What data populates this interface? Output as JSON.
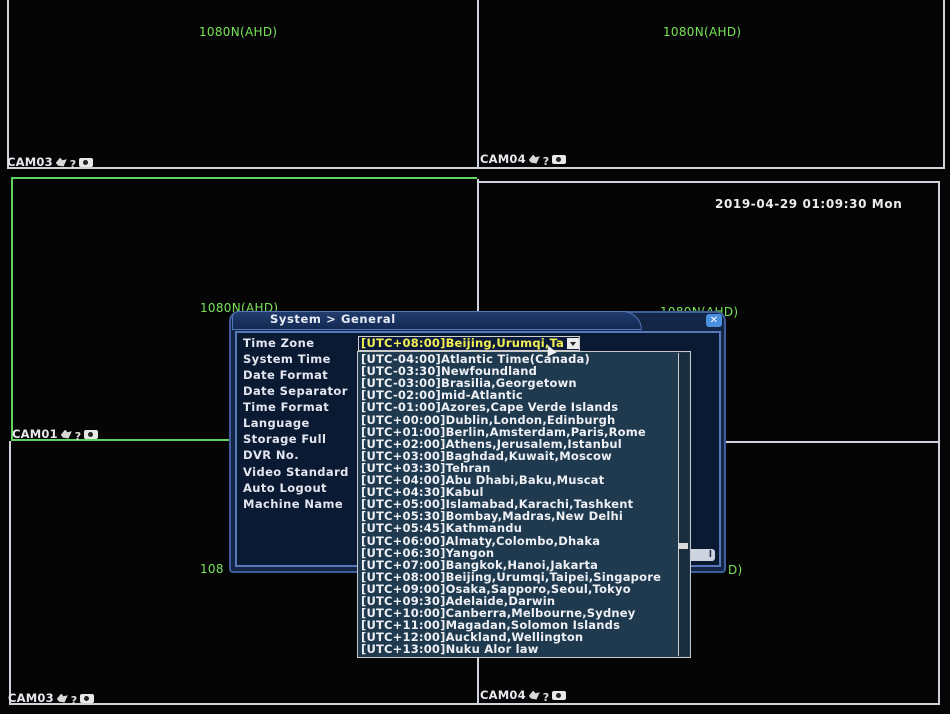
{
  "tiles": {
    "top_left": {
      "resolution": "1080N(AHD)",
      "cam": "CAM03"
    },
    "top_right": {
      "resolution": "1080N(AHD)",
      "cam": "CAM04"
    },
    "mid_left": {
      "resolution": "1080N(AHD)",
      "cam": "CAM01"
    },
    "mid_right": {
      "resolution": "1080N(AHD)"
    },
    "bottom_left": {
      "resolution": "108",
      "cam": "CAM03"
    },
    "bottom_right": {
      "resolution": "D)",
      "cam": "CAM04"
    }
  },
  "datetime": "2019-04-29 01:09:30 Mon",
  "dialog": {
    "title": "System > General",
    "close_label": "✕",
    "labels": [
      "Time Zone",
      "System Time",
      "Date Format",
      "Date Separator",
      "Time Format",
      "Language",
      "Storage Full",
      "DVR No.",
      "Video Standard",
      "Auto Logout",
      "Machine Name"
    ],
    "time_zone_value": "[UTC+08:00]Beijing,Urumqi,Ta",
    "hidden_button": "l",
    "time_zone_options": [
      "[UTC-04:00]Atlantic Time(Canada)",
      "[UTC-03:30]Newfoundland",
      "[UTC-03:00]Brasilia,Georgetown",
      "[UTC-02:00]mid-Atlantic",
      "[UTC-01:00]Azores,Cape Verde Islands",
      "[UTC+00:00]Dublin,London,Edinburgh",
      "[UTC+01:00]Berlin,Amsterdam,Paris,Rome",
      "[UTC+02:00]Athens,Jerusalem,Istanbul",
      "[UTC+03:00]Baghdad,Kuwait,Moscow",
      "[UTC+03:30]Tehran",
      "[UTC+04:00]Abu Dhabi,Baku,Muscat",
      "[UTC+04:30]Kabul",
      "[UTC+05:00]Islamabad,Karachi,Tashkent",
      "[UTC+05:30]Bombay,Madras,New Delhi",
      "[UTC+05:45]Kathmandu",
      "[UTC+06:00]Almaty,Colombo,Dhaka",
      "[UTC+06:30]Yangon",
      "[UTC+07:00]Bangkok,Hanoi,Jakarta",
      "[UTC+08:00]Beijing,Urumqi,Taipei,Singapore",
      "[UTC+09:00]Osaka,Sapporo,Seoul,Tokyo",
      "[UTC+09:30]Adelaide,Darwin",
      "[UTC+10:00]Canberra,Melbourne,Sydney",
      "[UTC+11:00]Magadan,Solomon Islands",
      "[UTC+12:00]Auckland,Wellington",
      "[UTC+13:00]Nuku Alor law"
    ]
  },
  "colors": {
    "resolution_text": "#79e35a",
    "selected_value": "#f2ef55",
    "dialog_bg": "#132645"
  }
}
